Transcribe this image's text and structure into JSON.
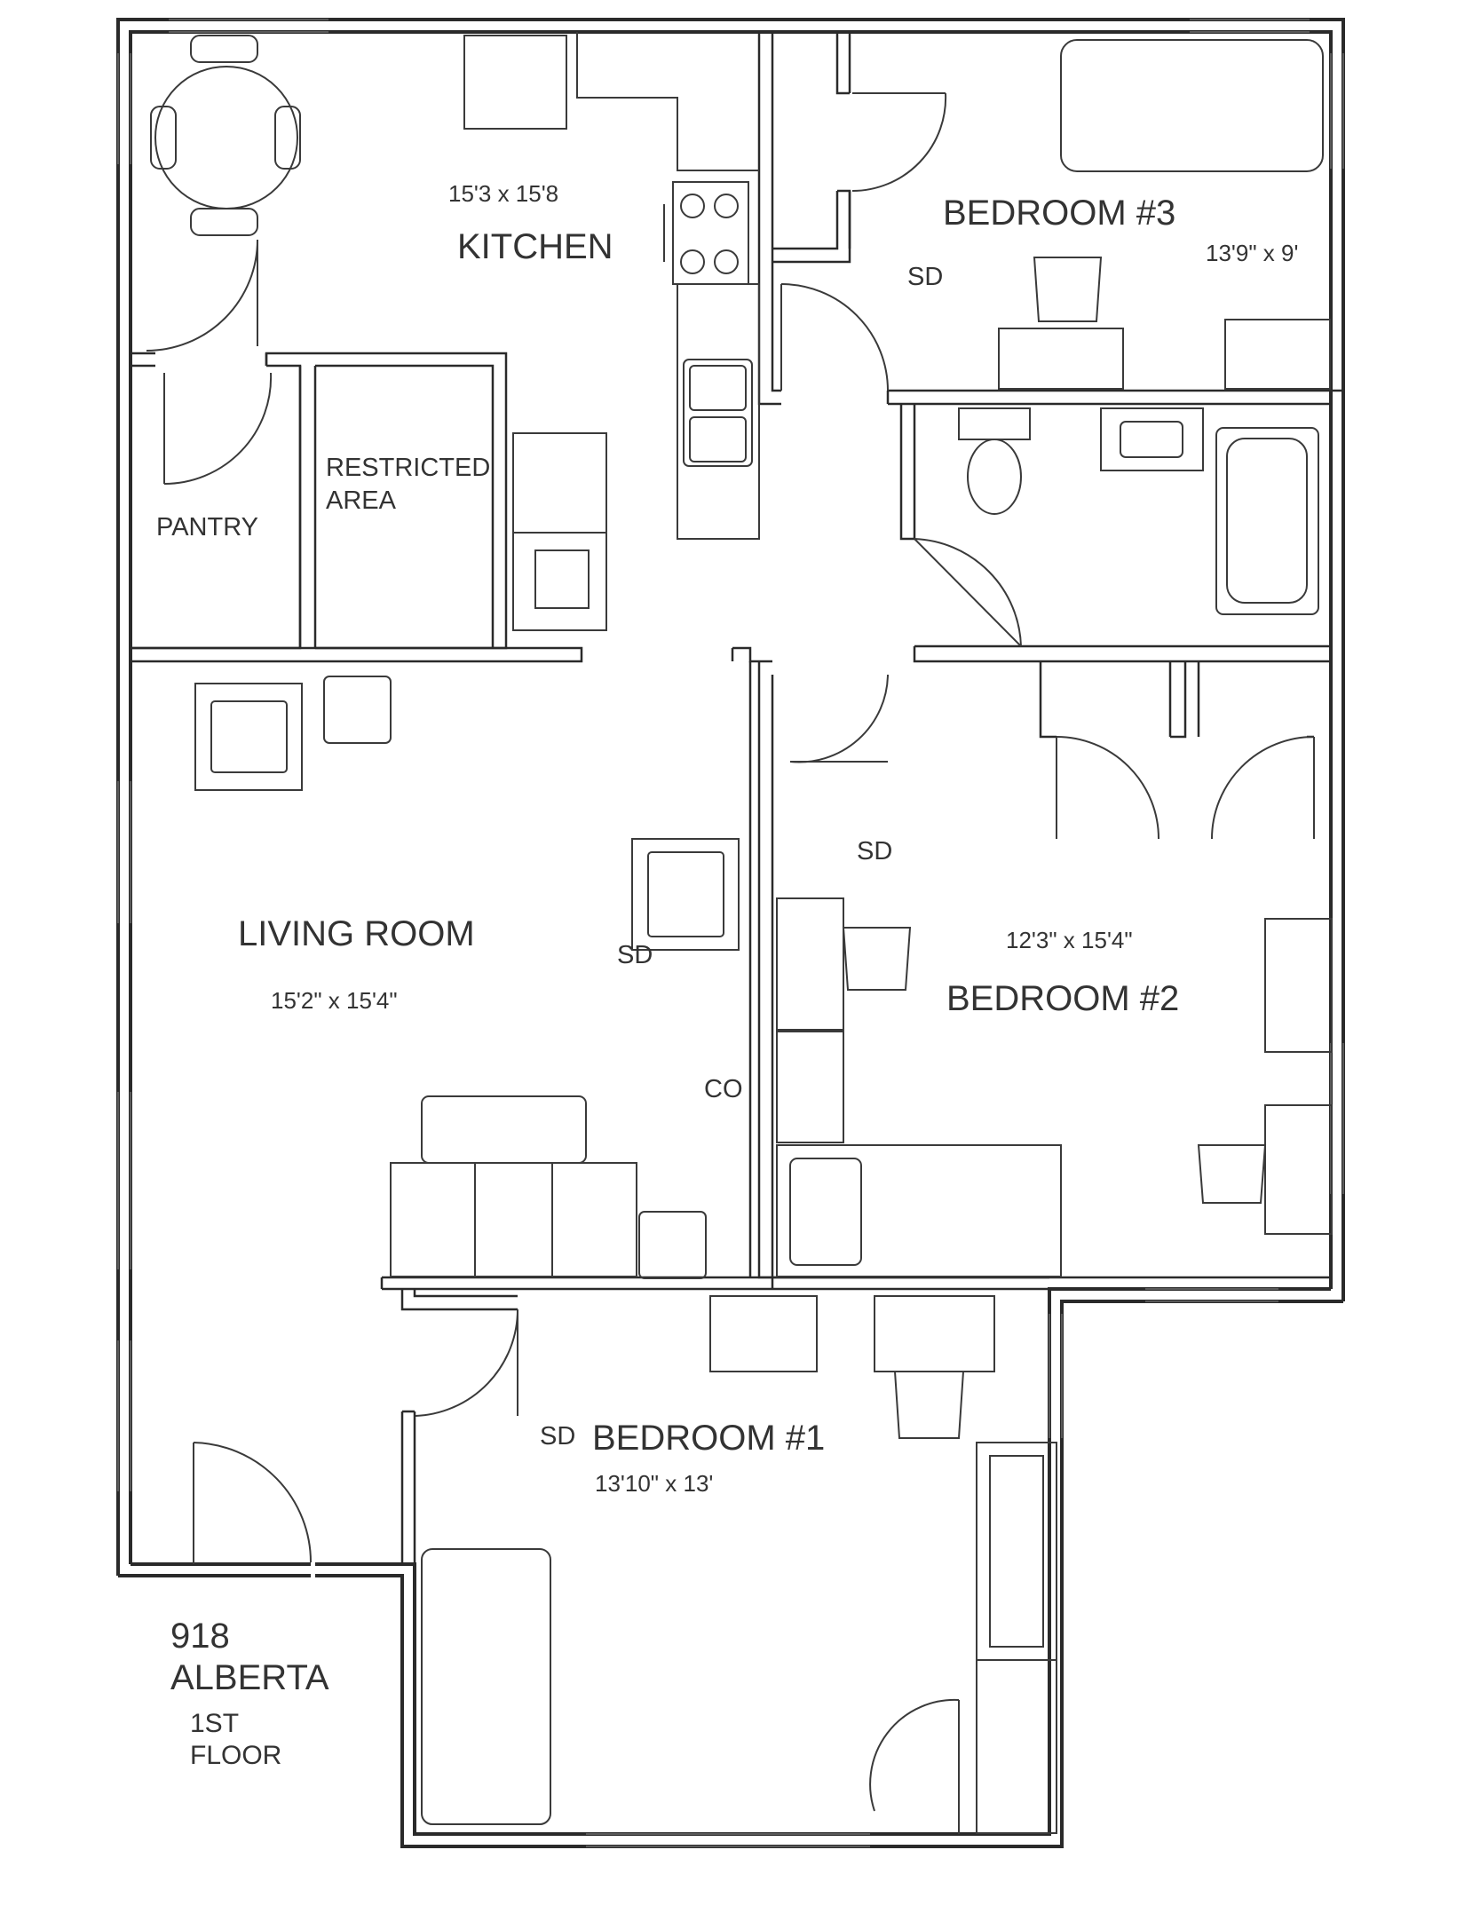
{
  "plan": {
    "address_number": "918",
    "address_street": "ALBERTA",
    "floor_line1": "1ST",
    "floor_line2": "FLOOR"
  },
  "rooms": {
    "kitchen": {
      "name": "KITCHEN",
      "dims": "15'3 x 15'8"
    },
    "bedroom3": {
      "name": "BEDROOM #3",
      "dims": "13'9\" x 9'"
    },
    "pantry": {
      "name": "PANTRY"
    },
    "restricted": {
      "line1": "RESTRICTED",
      "line2": "AREA"
    },
    "living_room": {
      "name": "LIVING ROOM",
      "dims": "15'2\" x 15'4\""
    },
    "bedroom2": {
      "name": "BEDROOM #2",
      "dims": "12'3\" x 15'4\""
    },
    "bedroom1": {
      "name": "BEDROOM #1",
      "dims": "13'10\" x 13'"
    }
  },
  "markers": {
    "smoke_detector": "SD",
    "carbon_monoxide": "CO"
  },
  "colors": {
    "line": "#2a2a2a",
    "text": "#333333",
    "background": "#ffffff"
  }
}
